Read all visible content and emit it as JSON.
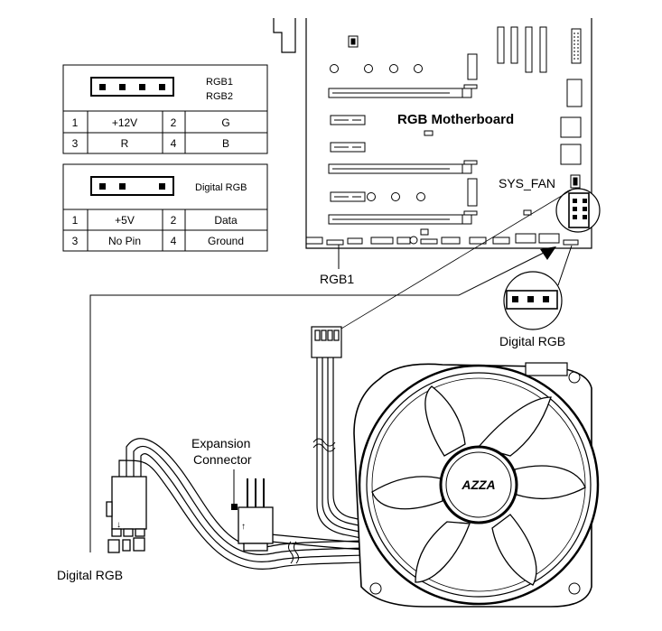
{
  "rgb_table": {
    "labels": [
      "RGB1",
      "RGB2"
    ],
    "rows": [
      [
        "1",
        "+12V",
        "2",
        "G"
      ],
      [
        "3",
        "R",
        "4",
        "B"
      ]
    ]
  },
  "digital_table": {
    "label": "Digital RGB",
    "rows": [
      [
        "1",
        "+5V",
        "2",
        "Data"
      ],
      [
        "3",
        "No Pin",
        "4",
        "Ground"
      ]
    ]
  },
  "motherboard": {
    "title": "RGB Motherboard",
    "sys_fan_label": "SYS_FAN",
    "rgb1_label": "RGB1"
  },
  "callouts": {
    "digital_rgb_right": "Digital RGB",
    "digital_rgb_left": "Digital RGB",
    "expansion_line1": "Expansion",
    "expansion_line2": "Connector"
  },
  "fan": {
    "logo": "AZZA"
  },
  "colors": {
    "line": "#000000",
    "background": "#ffffff"
  }
}
